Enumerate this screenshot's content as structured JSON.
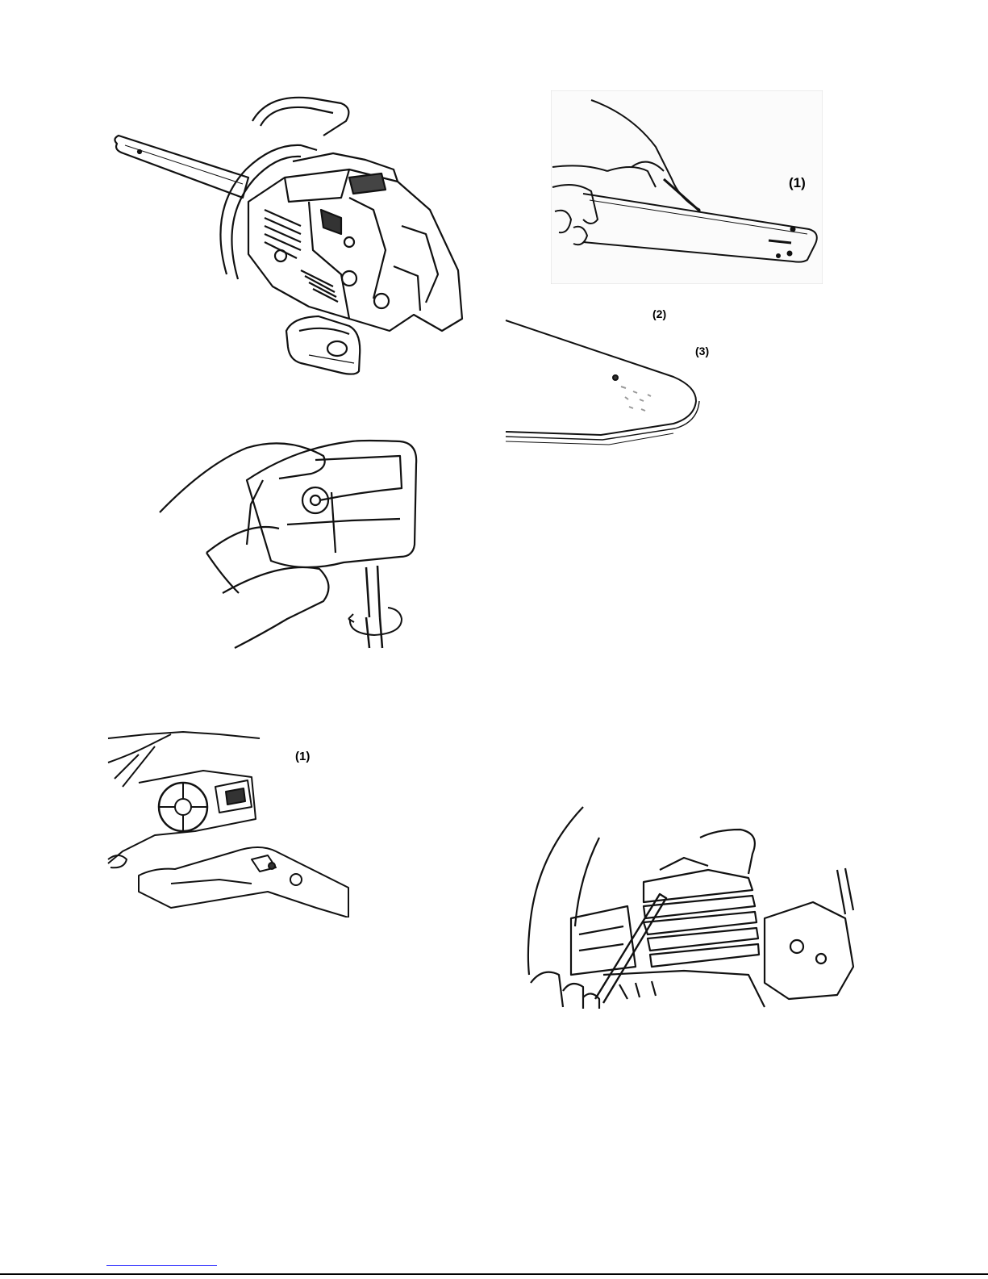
{
  "figures": {
    "chainsaw_cover": {
      "icon": "chainsaw-with-removed-air-filter-cover"
    },
    "air_filter": {
      "icon": "hand-holding-air-filter-with-screwdriver"
    },
    "guide_bar_cleaning": {
      "icon": "hand-cleaning-guide-bar-groove",
      "callouts": [
        "(1)"
      ]
    },
    "guide_bar_tip": {
      "icon": "guide-bar-tip-oil-hole",
      "callouts": [
        "(2)",
        "(3)"
      ]
    },
    "oil_outlet": {
      "icon": "chainsaw-oil-outlet",
      "callouts": [
        "(1)"
      ]
    },
    "cylinder_fins": {
      "icon": "cleaning-cylinder-fins-with-screwdriver"
    }
  }
}
